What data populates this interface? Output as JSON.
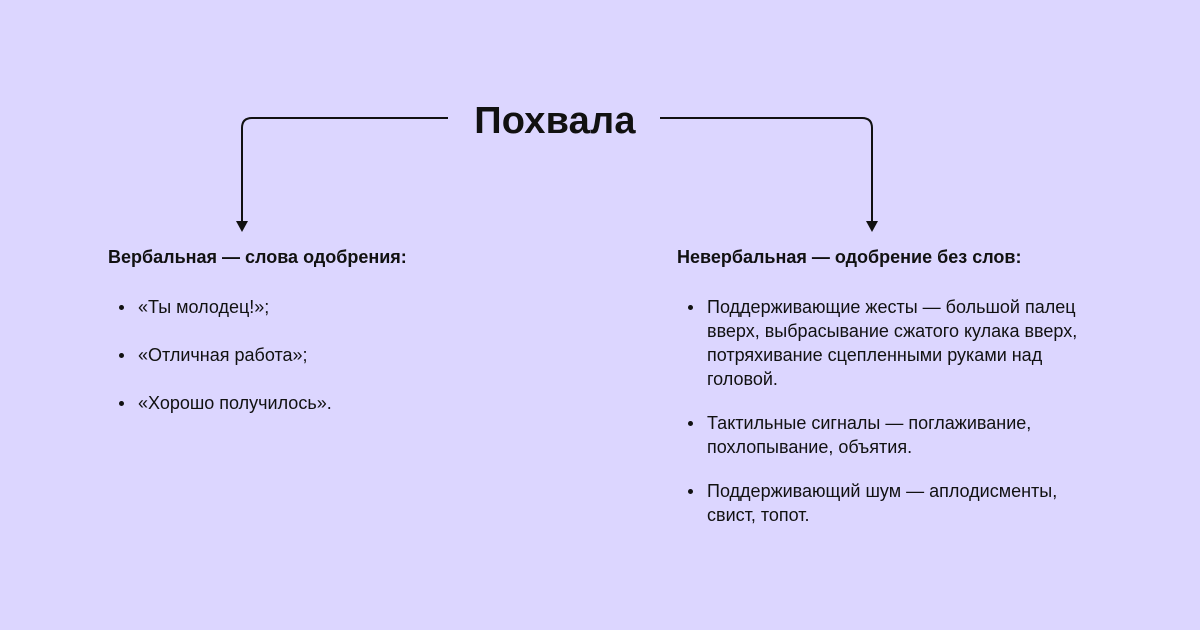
{
  "title": "Похвала",
  "colors": {
    "background": "#dcd6ff",
    "text": "#111111",
    "lines": "#111111"
  },
  "verbal": {
    "heading": "Вербальная — слова одобрения:",
    "items": [
      "«Ты молодец!»;",
      "«Отличная работа»;",
      "«Хорошо получилось»."
    ]
  },
  "nonverbal": {
    "heading": "Невербальная — одобрение без слов:",
    "items": [
      "Поддерживающие жесты — большой палец вверх, выбрасывание сжатого кулака вверх, потряхивание сцепленными руками над головой.",
      "Тактильные сигналы — поглаживание, похлопывание, объятия.",
      "Поддерживающий шум — аплодисменты, свист, топот."
    ]
  }
}
